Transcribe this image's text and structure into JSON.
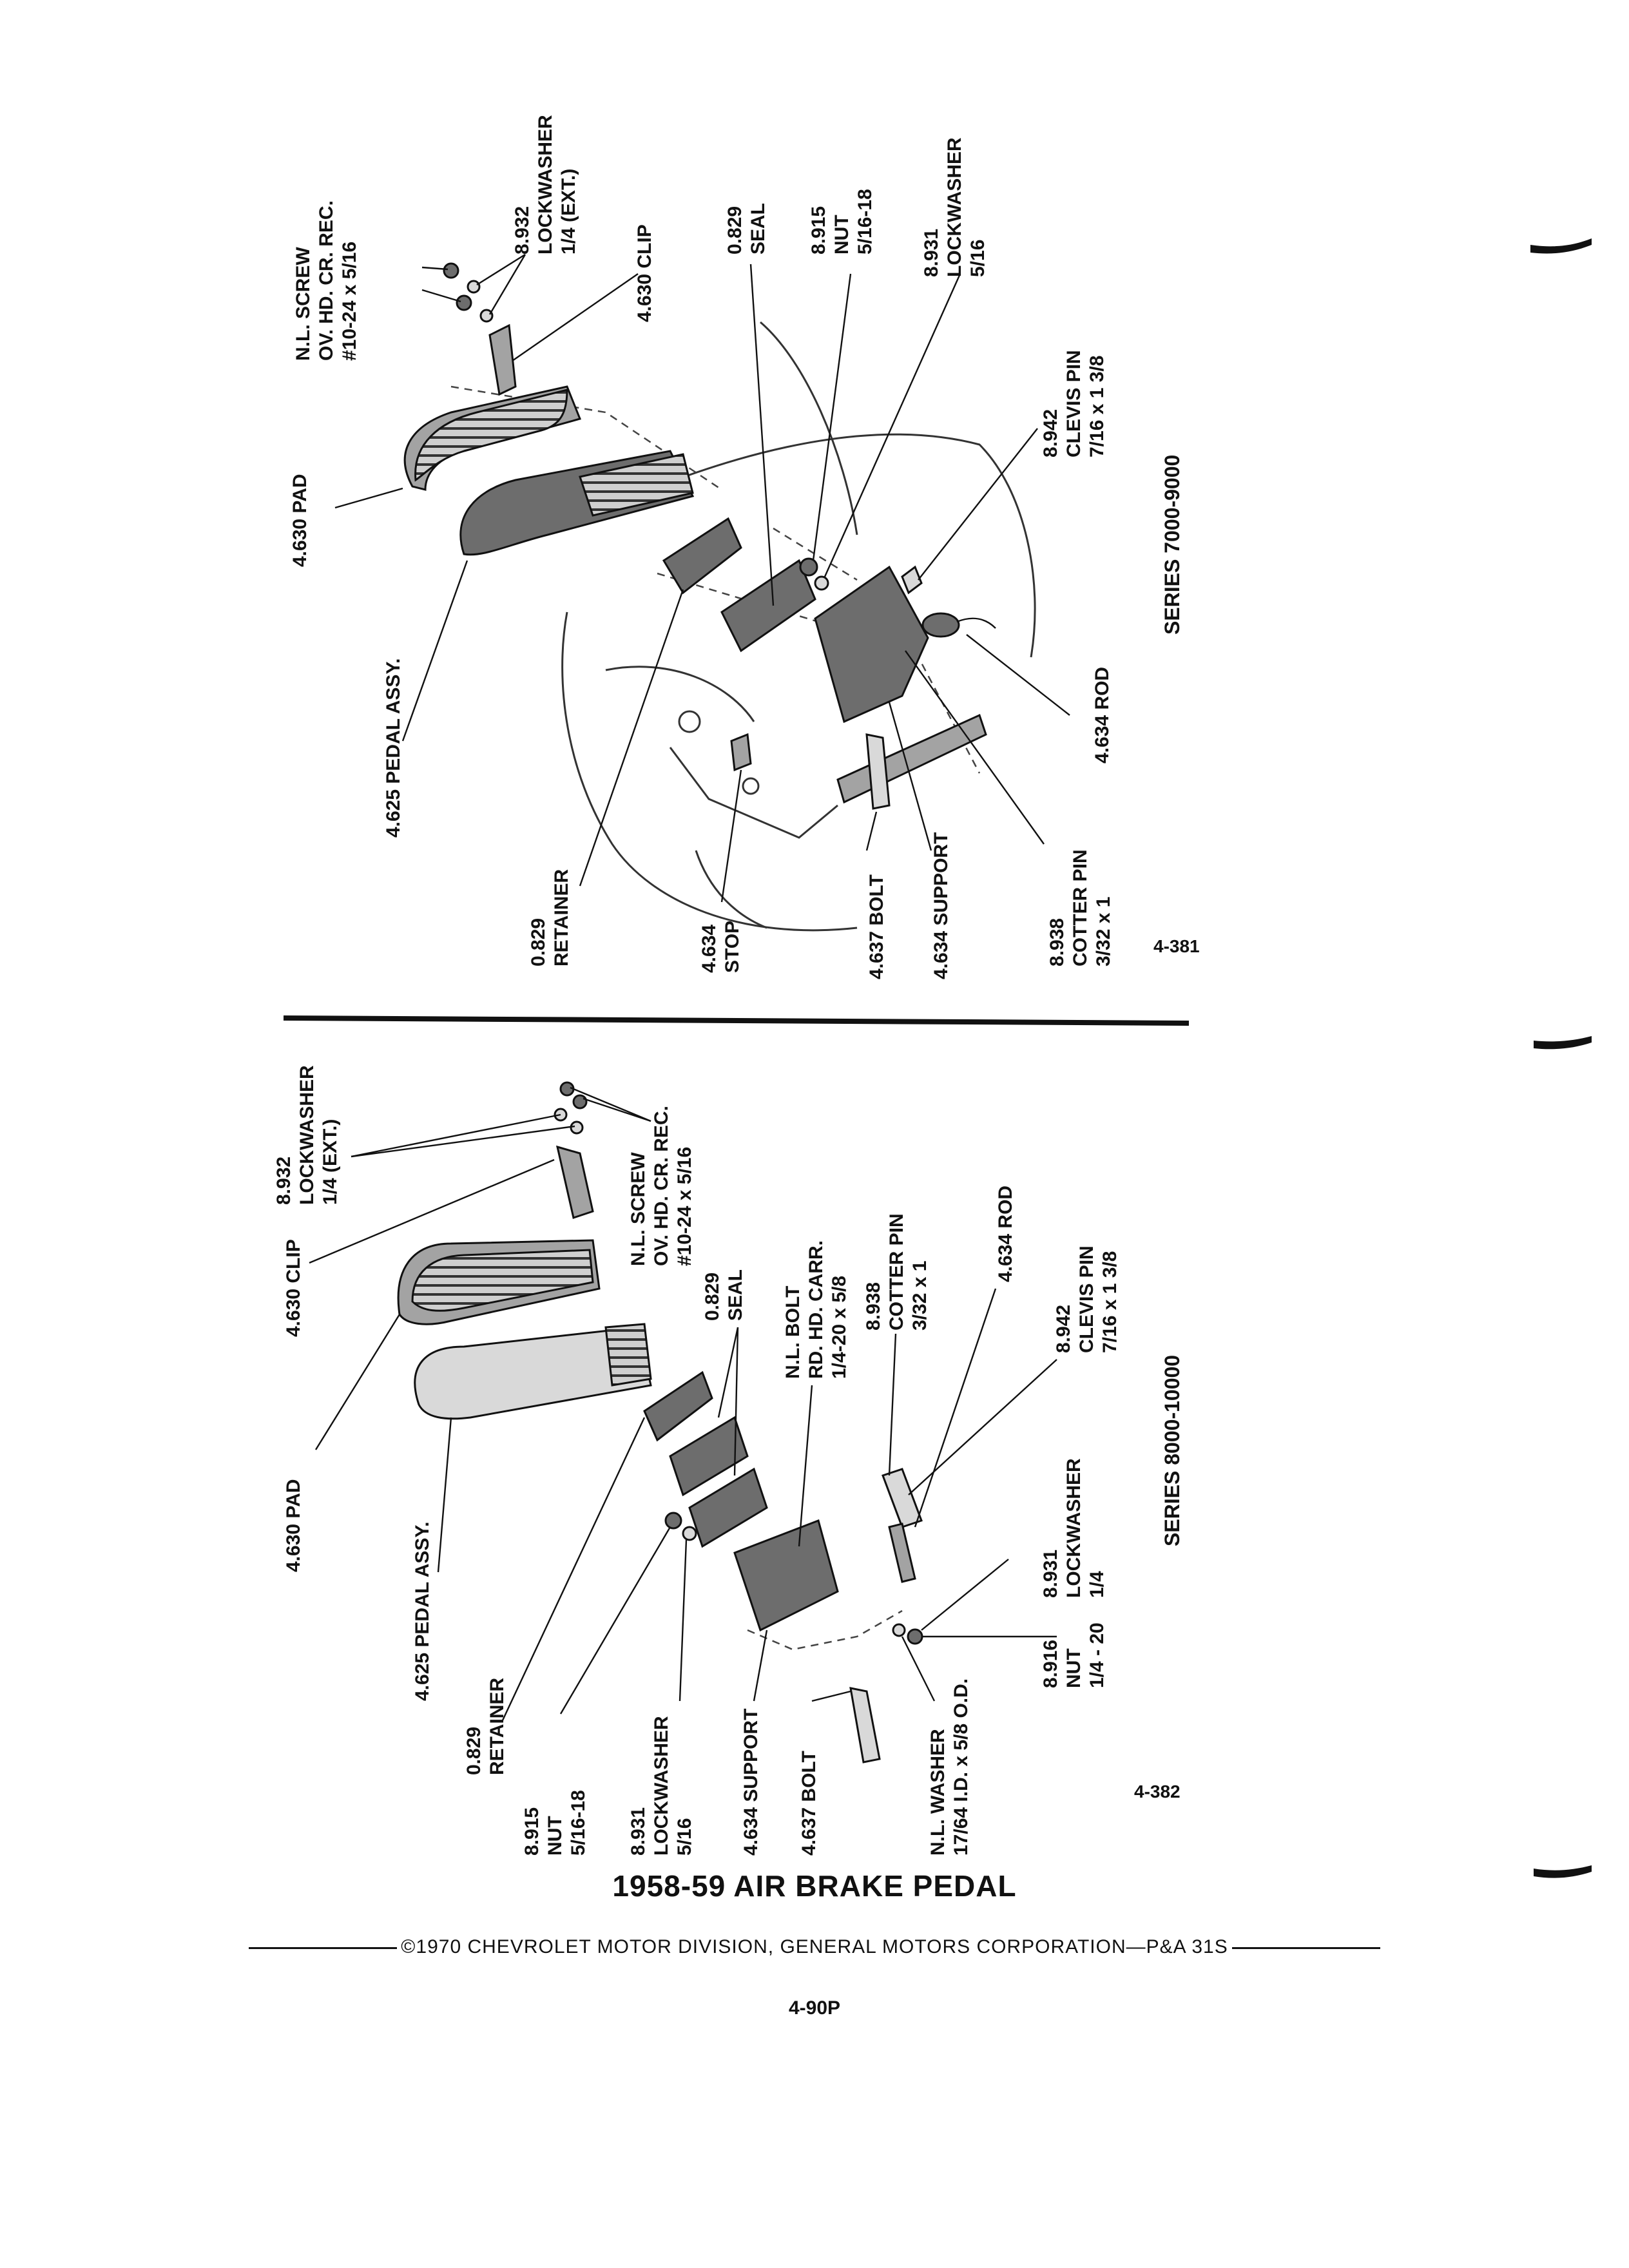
{
  "page": {
    "title": "1958-59 AIR BRAKE PEDAL",
    "footer": "©1970 CHEVROLET MOTOR DIVISION, GENERAL MOTORS CORPORATION—P&A 31S",
    "page_number": "4-90P"
  },
  "upper": {
    "series": "SERIES 7000-9000",
    "figure": "4-381",
    "labels": {
      "screw": [
        "N.L. SCREW",
        "OV. HD. CR. REC.",
        "#10-24 x 5/16"
      ],
      "lockwasher_ext": [
        "8.932",
        "LOCKWASHER",
        "1/4 (EXT.)"
      ],
      "clip": [
        "4.630 CLIP"
      ],
      "seal": [
        "0.829",
        "SEAL"
      ],
      "nut": [
        "8.915",
        "NUT",
        "5/16-18"
      ],
      "lockwasher": [
        "8.931",
        "LOCKWASHER",
        "5/16"
      ],
      "pad": [
        "4.630 PAD"
      ],
      "clevis": [
        "8.942",
        "CLEVIS PIN",
        "7/16 x 1 3/8"
      ],
      "pedal": [
        "4.625 PEDAL ASSY."
      ],
      "rod": [
        "4.634 ROD"
      ],
      "retainer": [
        "0.829",
        "RETAINER"
      ],
      "stop": [
        "4.634",
        "STOP"
      ],
      "bolt": [
        "4.637 BOLT"
      ],
      "support": [
        "4.634 SUPPORT"
      ],
      "cotter": [
        "8.938",
        "COTTER PIN",
        "3/32 x 1"
      ]
    }
  },
  "lower": {
    "series": "SERIES 8000-10000",
    "figure": "4-382",
    "labels": {
      "lockwasher_ext": [
        "8.932",
        "LOCKWASHER",
        "1/4 (EXT.)"
      ],
      "screw": [
        "N.L. SCREW",
        "OV. HD. CR. REC.",
        "#10-24 x 5/16"
      ],
      "clip": [
        "4.630 CLIP"
      ],
      "seal": [
        "0.829",
        "SEAL"
      ],
      "bolt_carr": [
        "N.L. BOLT",
        "RD. HD. CARR.",
        "1/4-20 x 5/8"
      ],
      "cotter": [
        "8.938",
        "COTTER PIN",
        "3/32 x 1"
      ],
      "rod": [
        "4.634 ROD"
      ],
      "clevis": [
        "8.942",
        "CLEVIS PIN",
        "7/16 x 1 3/8"
      ],
      "pad": [
        "4.630 PAD"
      ],
      "pedal": [
        "4.625 PEDAL ASSY."
      ],
      "lockwasher_14": [
        "8.931",
        "LOCKWASHER",
        "1/4"
      ],
      "nut_14": [
        "8.916",
        "NUT",
        "1/4 - 20"
      ],
      "retainer": [
        "0.829",
        "RETAINER"
      ],
      "nut": [
        "8.915",
        "NUT",
        "5/16-18"
      ],
      "lockwasher": [
        "8.931",
        "LOCKWASHER",
        "5/16"
      ],
      "support": [
        "4.634 SUPPORT"
      ],
      "bolt": [
        "4.637 BOLT"
      ],
      "washer": [
        "N.L. WASHER",
        "17/64 I.D. x 5/8 O.D."
      ]
    }
  }
}
